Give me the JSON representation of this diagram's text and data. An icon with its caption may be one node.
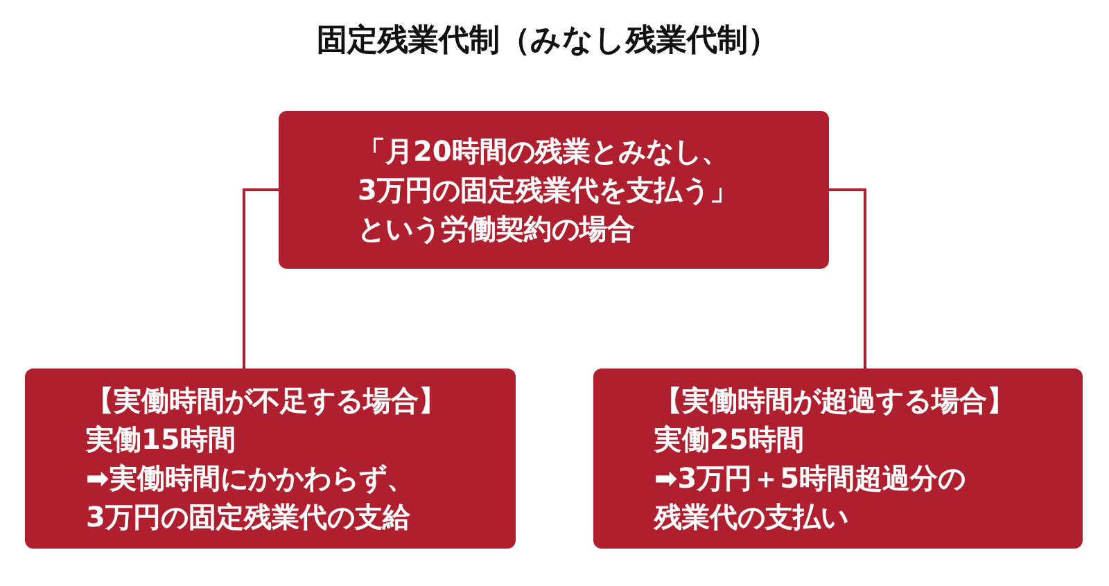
{
  "diagram": {
    "title": "固定残業代制（みなし残業代制）",
    "nodes": [
      {
        "text": [
          "「月20時間の残業とみなし、3万円の固定残業代を支払う」という労働契約の場合"
        ]
      },
      {
        "text": [
          "【実働時間が不足する場合】",
          "実働15時間",
          "➡実働時間にかかわらず、3万円の固定残業代の支給"
        ]
      },
      {
        "text": [
          "【実働時間が超過する場合】",
          "実働25時間",
          "➡3万円＋5時間超過分の残業代の支払い"
        ]
      }
    ],
    "edges": [
      {
        "from": 0,
        "to": 1,
        "arrow": "none"
      },
      {
        "from": 0,
        "to": 2,
        "arrow": "none"
      }
    ]
  }
}
